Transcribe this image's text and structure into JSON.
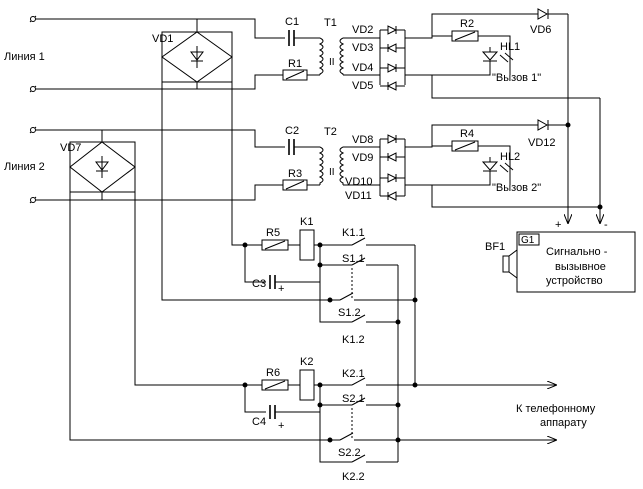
{
  "lines": {
    "line1": "Линия 1",
    "line2": "Линия 2"
  },
  "parts": {
    "VD1": "VD1",
    "VD7": "VD7",
    "C1": "C1",
    "C2": "C2",
    "C3": "C3",
    "C4": "C4",
    "T1": "T1",
    "T2": "T2",
    "R1": "R1",
    "R2": "R2",
    "R3": "R3",
    "R4": "R4",
    "R5": "R5",
    "R6": "R6",
    "VD2": "VD2",
    "VD3": "VD3",
    "VD4": "VD4",
    "VD5": "VD5",
    "VD6": "VD6",
    "VD8": "VD8",
    "VD9": "VD9",
    "VD10": "VD10",
    "VD11": "VD11",
    "VD12": "VD12",
    "HL1": "HL1",
    "HL2": "HL2",
    "K1": "K1",
    "K2": "K2",
    "K1_1": "K1.1",
    "K1_2": "K1.2",
    "K2_1": "K2.1",
    "K2_2": "K2.2",
    "S1_1": "S1.1",
    "S1_2": "S1.2",
    "S2_1": "S2.1",
    "S2_2": "S2.2",
    "BF1": "BF1",
    "G1": "G1",
    "core1": "II",
    "core2": "II"
  },
  "labels": {
    "call1": "\"Вызов 1\"",
    "call2": "\"Вызов 2\"",
    "plus": "+",
    "minus": "-",
    "plus_c3": "+",
    "plus_c4": "+",
    "device_l1": "Сигнально -",
    "device_l2": "вызывное",
    "device_l3": "устройство",
    "to_phone_l1": "К телефонному",
    "to_phone_l2": "аппарату"
  }
}
